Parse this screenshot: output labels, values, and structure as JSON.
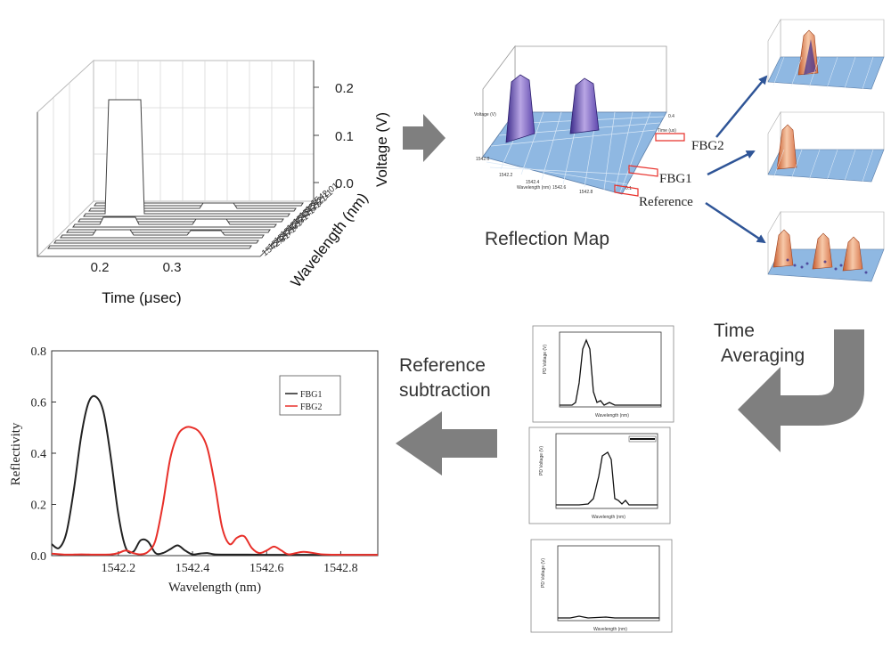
{
  "colors": {
    "fbg1": "#222222",
    "fbg2": "#e8302a",
    "arrow_gray": "#7f7f7f",
    "arrow_blue": "#2f5597",
    "surface_blue": "#8fb8e2",
    "surface_purple": "#6a4fb0",
    "surface_orange": "#e8a37c"
  },
  "labels": {
    "reflection_map": "Reflection Map",
    "fbg2": "FBG2",
    "fbg1": "FBG1",
    "reference": "Reference",
    "time_averaging_1": "Time",
    "time_averaging_2": "Averaging",
    "reference_subtraction_1": "Reference",
    "reference_subtraction_2": "subtraction"
  },
  "voltage_plot": {
    "ylabel": "Voltage (V)",
    "xlabel": "Time (μsec)",
    "zlabel": "Wavelength (nm)",
    "y_ticks": [
      "0.2",
      "0.1",
      "0.0"
    ],
    "x_ticks": [
      "0.2",
      "0.3"
    ],
    "z_ticks": [
      "1542.01",
      "1542.11",
      "1542.21",
      "1542.31",
      "1542.41",
      "1542.51",
      "1542.61",
      "1542.71",
      "1542.81"
    ]
  },
  "chart_data": {
    "type": "line",
    "title": "",
    "xlabel": "Wavelength (nm)",
    "ylabel": "Reflectivity",
    "xlim": [
      1542.02,
      1542.9
    ],
    "ylim": [
      0.0,
      0.8
    ],
    "x_ticks": [
      1542.2,
      1542.4,
      1542.6,
      1542.8
    ],
    "y_ticks": [
      0.0,
      0.2,
      0.4,
      0.6,
      0.8
    ],
    "x_tick_labels": [
      "1542.2",
      "1542.4",
      "1542.6",
      "1542.8"
    ],
    "y_tick_labels": [
      "0.0",
      "0.2",
      "0.4",
      "0.6",
      "0.8"
    ],
    "legend_placement": "top-right",
    "series": [
      {
        "name": "FBG1",
        "color": "#222222",
        "x": [
          1542.02,
          1542.04,
          1542.06,
          1542.08,
          1542.1,
          1542.12,
          1542.14,
          1542.16,
          1542.18,
          1542.2,
          1542.22,
          1542.24,
          1542.26,
          1542.28,
          1542.3,
          1542.32,
          1542.34,
          1542.36,
          1542.38,
          1542.4,
          1542.42,
          1542.44,
          1542.46,
          1542.5,
          1542.55,
          1542.6,
          1542.65,
          1542.7,
          1542.75,
          1542.8,
          1542.85,
          1542.9
        ],
        "y": [
          0.045,
          0.03,
          0.09,
          0.26,
          0.47,
          0.6,
          0.62,
          0.56,
          0.38,
          0.16,
          0.03,
          0.015,
          0.06,
          0.055,
          0.01,
          0.01,
          0.025,
          0.04,
          0.02,
          0.005,
          0.008,
          0.01,
          0.005,
          0.004,
          0.004,
          0.003,
          0.003,
          0.003,
          0.003,
          0.003,
          0.003,
          0.003
        ]
      },
      {
        "name": "FBG2",
        "color": "#e8302a",
        "x": [
          1542.02,
          1542.06,
          1542.1,
          1542.14,
          1542.18,
          1542.2,
          1542.22,
          1542.24,
          1542.26,
          1542.28,
          1542.3,
          1542.32,
          1542.34,
          1542.36,
          1542.38,
          1542.4,
          1542.42,
          1542.44,
          1542.46,
          1542.48,
          1542.5,
          1542.52,
          1542.54,
          1542.56,
          1542.58,
          1542.6,
          1542.62,
          1542.64,
          1542.66,
          1542.7,
          1542.75,
          1542.8,
          1542.85,
          1542.9
        ],
        "y": [
          0.008,
          0.004,
          0.005,
          0.004,
          0.005,
          0.01,
          0.02,
          0.01,
          0.005,
          0.015,
          0.06,
          0.2,
          0.38,
          0.47,
          0.5,
          0.5,
          0.48,
          0.42,
          0.28,
          0.11,
          0.045,
          0.07,
          0.075,
          0.03,
          0.01,
          0.02,
          0.035,
          0.02,
          0.005,
          0.015,
          0.005,
          0.003,
          0.003,
          0.003
        ]
      }
    ]
  }
}
